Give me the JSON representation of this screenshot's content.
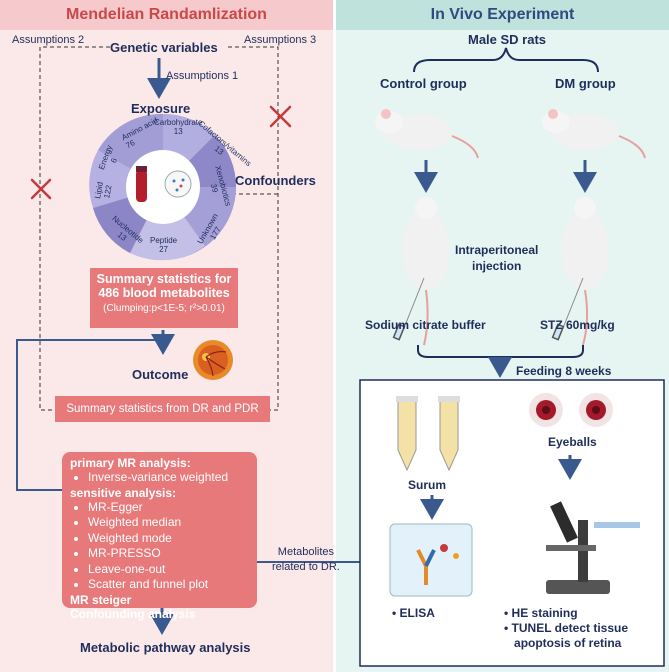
{
  "left_title": "Mendelian Randamlization",
  "right_title": "In Vivo Experiment",
  "mr": {
    "assumption1": "Assumptions 1",
    "assumption2": "Assumptions 2",
    "assumption3": "Assumptions 3",
    "genetic": "Genetic variables",
    "exposure": "Exposure",
    "confounders": "Confounders",
    "outcome": "Outcome",
    "wheel": [
      {
        "name": "Amino acid",
        "count": "76"
      },
      {
        "name": "Carbohydrate",
        "count": "13"
      },
      {
        "name": "Cofactors/vitamins",
        "count": "13"
      },
      {
        "name": "Xenobiotics",
        "count": "39"
      },
      {
        "name": "Unknown",
        "count": "177"
      },
      {
        "name": "Peptide",
        "count": "27"
      },
      {
        "name": "Nucleotide",
        "count": "13"
      },
      {
        "name": "Lipid",
        "count": "122"
      },
      {
        "name": "Energy",
        "count": "6"
      }
    ],
    "summary_line1": "Summary statistics for",
    "summary_line2": "486 blood metabolites",
    "summary_line3": "(Clumping:p<1E-5; r²>0.01)",
    "outcome_box": "Summary statistics from DR and PDR",
    "primary_head": "primary MR analysis:",
    "primary_items": [
      "Inverse-variance weighted"
    ],
    "sensitive_head": "sensitive analysis:",
    "sensitive_items": [
      "MR-Egger",
      "Weighted median",
      "Weighted mode",
      "MR-PRESSO",
      "Leave-one-out",
      "Scatter and funnel plot"
    ],
    "steiger": "MR steiger",
    "confounding": "Confounding analysis",
    "pathway": "Metabolic pathway analysis",
    "metabolites_line1": "Metabolites",
    "metabolites_line2": "related to DR."
  },
  "vivo": {
    "rats": "Male SD rats",
    "control": "Control group",
    "dm": "DM group",
    "ip_line1": "Intraperitoneal",
    "ip_line2": "injection",
    "citrate": "Sodium citrate buffer",
    "stz": "STZ 60mg/kg",
    "feeding": "Feeding 8 weeks",
    "surum": "Surum",
    "eyeballs": "Eyeballs",
    "elisa": "ELISA",
    "he": "HE staining",
    "tunel1": "TUNEL detect tissue",
    "tunel2": "apoptosis of retina"
  },
  "colors": {
    "left_bg": "#fbe9ea",
    "right_bg": "#e6f4f2",
    "box": "#e8797a",
    "navy": "#1f2d5a",
    "red_x": "#c23b3b"
  }
}
